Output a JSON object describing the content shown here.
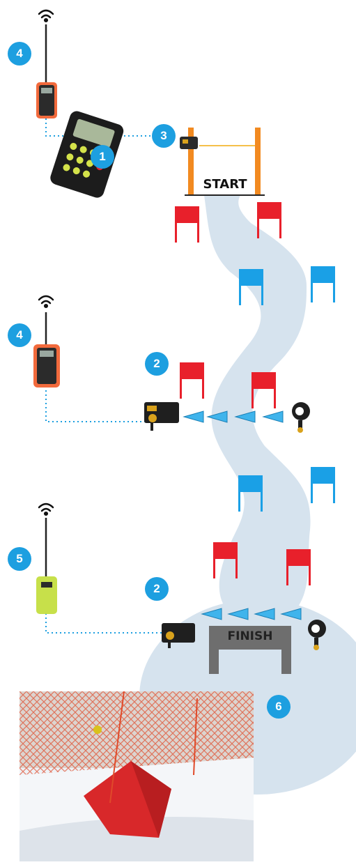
{
  "badges": {
    "one": "1",
    "two_top": "2",
    "two_bottom": "2",
    "three": "3",
    "four_top": "4",
    "four_mid": "4",
    "five": "5",
    "six": "6"
  },
  "labels": {
    "start": "START",
    "finish": "FINISH"
  },
  "colors": {
    "badge": "#1d9fe0",
    "course": "#d6e3ee",
    "flag_red": "#e8202b",
    "flag_blue": "#1aa0e6",
    "gate_orange": "#f28a20",
    "finish_arch": "#6e6e6e",
    "handheld_orange": "#f26a3c",
    "handheld_green": "#c7e04a"
  },
  "icons": [
    "wifi-icon",
    "handheld-timer",
    "main-timer-console",
    "photocell",
    "reflector",
    "start-gate",
    "finish-arch",
    "gate-flag"
  ]
}
